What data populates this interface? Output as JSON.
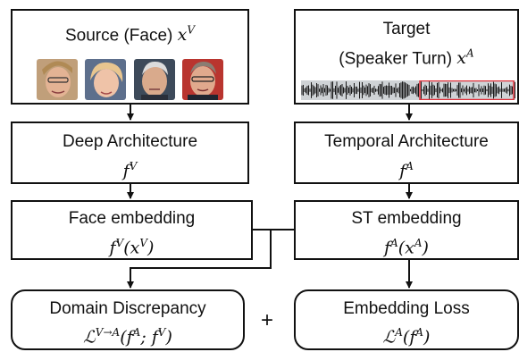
{
  "source": {
    "title": "Source (Face) ",
    "var": "x",
    "var_sup": "V",
    "faces": [
      "face-photo-1",
      "face-photo-2",
      "face-photo-3",
      "face-photo-4"
    ]
  },
  "target": {
    "title_line1": "Target",
    "title_line2": "(Speaker Turn) ",
    "var": "x",
    "var_sup": "A",
    "waveform_highlight_color": "#e0303a"
  },
  "deep_arch": {
    "title": "Deep Architecture",
    "f": "f",
    "sup": "V"
  },
  "temporal_arch": {
    "title": "Temporal Architecture",
    "f": "f",
    "sup": "A"
  },
  "face_embedding": {
    "title": "Face embedding",
    "f": "f",
    "sup": "V",
    "arg": "(x",
    "arg_sup": "V",
    "close": ")"
  },
  "st_embedding": {
    "title": "ST embedding",
    "f": "f",
    "sup": "A",
    "arg": "(x",
    "arg_sup": "A",
    "close": ")"
  },
  "domain_discrepancy": {
    "title": "Domain Discrepancy",
    "L": "ℒ",
    "L_sup": "V→A",
    "args": "(f",
    "args_sup1": "A",
    "sep": "; f",
    "args_sup2": "V",
    "close": ")"
  },
  "embedding_loss": {
    "title": "Embedding Loss",
    "L": "ℒ",
    "L_sup": "A",
    "arg": "(f",
    "arg_sup": "A",
    "close": ")"
  },
  "plus": "+",
  "colors": {
    "line": "#111111",
    "waveform": "#1a1a1a",
    "waveform_bg": "#cfd3d6"
  }
}
